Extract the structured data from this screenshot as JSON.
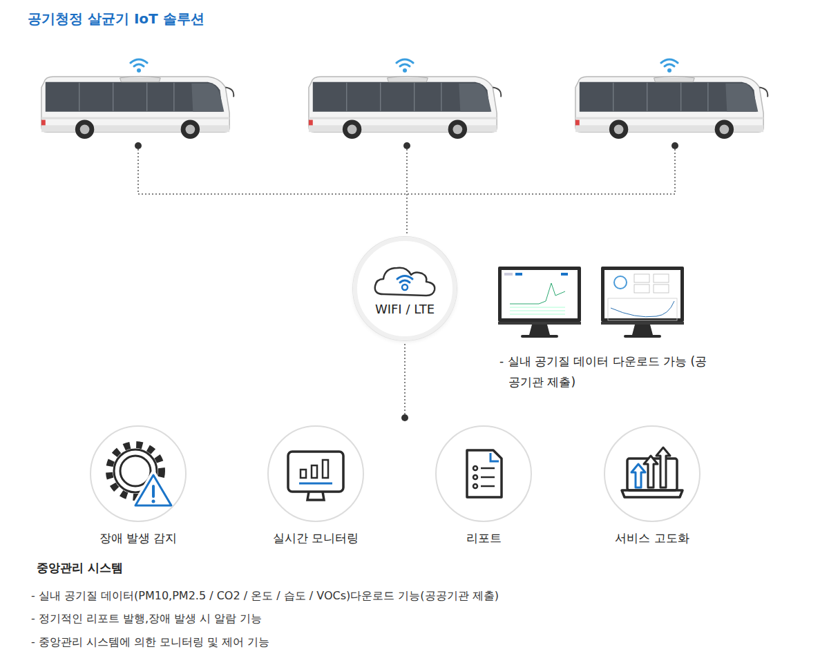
{
  "diagram": {
    "title": "공기청정 살균기 IoT 솔루션",
    "nodes": [
      {
        "text": [
          "WIFI / LTE"
        ]
      },
      {
        "text": [
          "장애 발생 감지"
        ]
      },
      {
        "text": [
          "실시간 모니터링"
        ]
      },
      {
        "text": [
          "리포트"
        ]
      },
      {
        "text": [
          "서비스 고도화"
        ]
      }
    ],
    "labels": [
      "- 실내 공기질 데이터 다운로드 가능 (공공기관 제출)",
      "중앙관리 시스템",
      "- 실내 공기질 데이터(PM10,PM2.5 / CO2 / 온도 / 습도 / VOCs)다운로드 기능(공공기관 제출)",
      "- 정기적인 리포트 발행,장애 발생 시 알람 기능",
      "- 중앙관리 시스템에 의한 모니터링 및 제어 기능"
    ]
  }
}
